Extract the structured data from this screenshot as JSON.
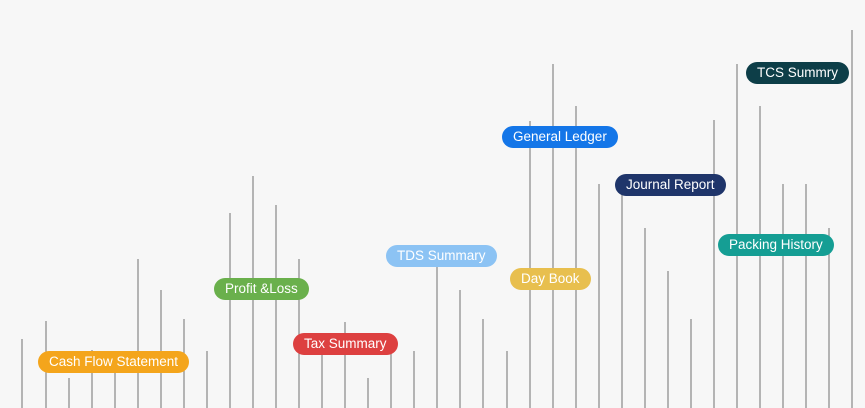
{
  "labels": {
    "cash_flow": "Cash Flow Statement",
    "profit_loss": "Profit &Loss",
    "tax_summary": "Tax Summary",
    "tds_summary": "TDS Summary",
    "day_book": "Day Book",
    "general_ledger": "General Ledger",
    "journal_report": "Journal Report",
    "packing_history": "Packing History",
    "tcs_summary": "TCS Summry"
  },
  "colors": {
    "background": "#f7f7f7",
    "line": "#888888",
    "cash_flow": "#f4a51c",
    "profit_loss": "#6ab04c",
    "tax_summary": "#dd4040",
    "tds_summary": "#8cc3f4",
    "day_book": "#e8bf4e",
    "general_ledger": "#1476e8",
    "journal_report": "#1f356a",
    "packing_history": "#159e94",
    "tcs_summary": "#0d3e48"
  }
}
